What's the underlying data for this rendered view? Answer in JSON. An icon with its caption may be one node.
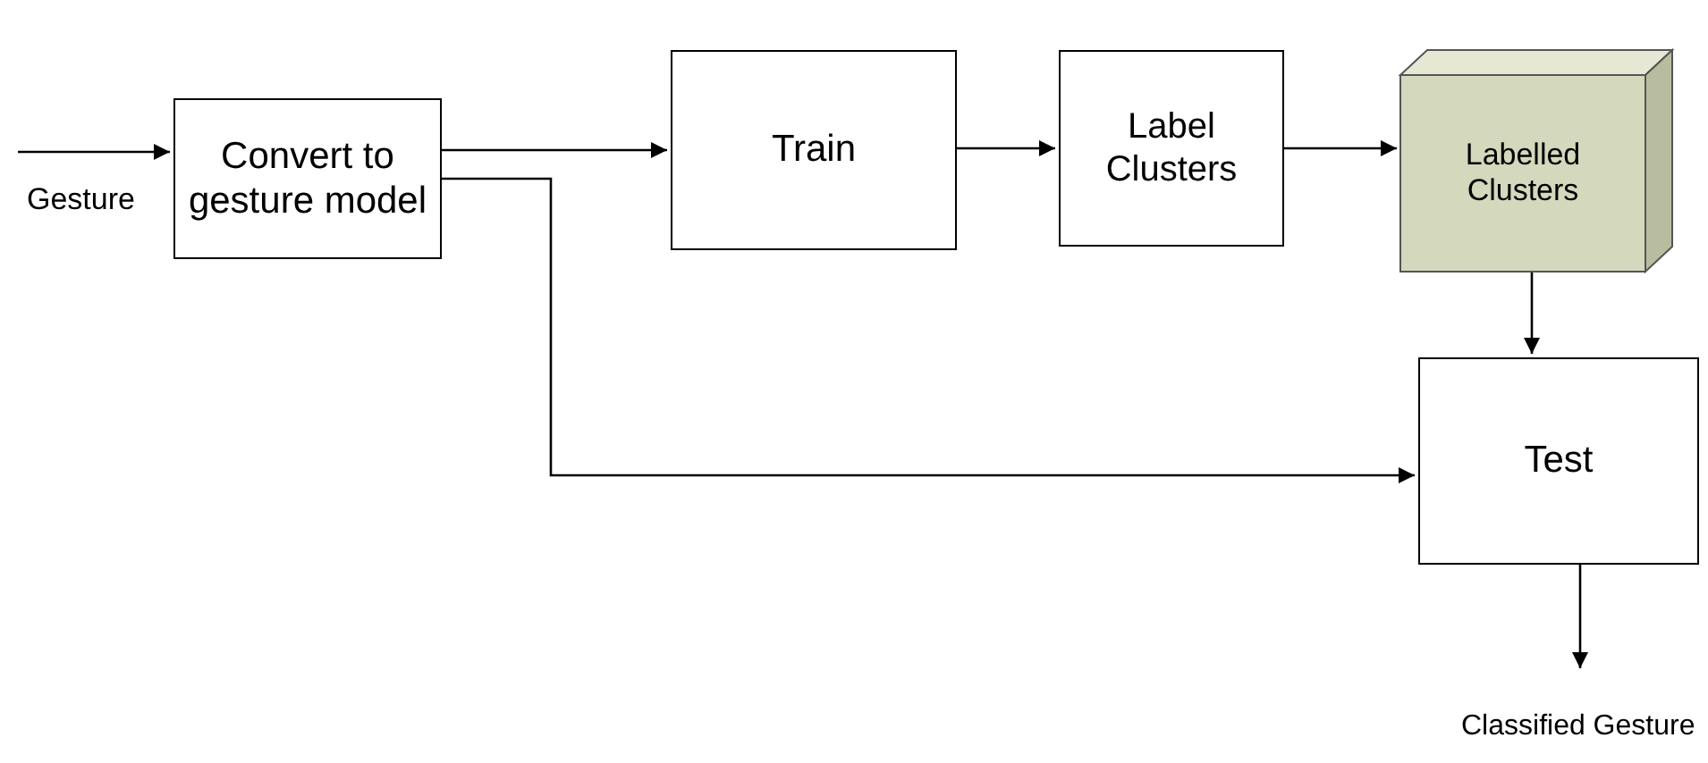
{
  "diagram": {
    "nodes": [
      {
        "text": [
          "Gesture"
        ]
      },
      {
        "text": [
          "Convert to gesture model"
        ]
      },
      {
        "text": [
          "Train"
        ]
      },
      {
        "text": [
          "Label Clusters"
        ]
      },
      {
        "text": [
          "Labelled Clusters"
        ]
      },
      {
        "text": [
          "Test"
        ]
      },
      {
        "text": [
          "Classified Gesture"
        ]
      }
    ],
    "edges": [
      {
        "from": 0,
        "to": 1,
        "arrow": "to"
      },
      {
        "from": 1,
        "to": 2,
        "arrow": "to"
      },
      {
        "from": 1,
        "to": 5,
        "arrow": "to"
      },
      {
        "from": 2,
        "to": 3,
        "arrow": "to"
      },
      {
        "from": 3,
        "to": 4,
        "arrow": "to"
      },
      {
        "from": 4,
        "to": 5,
        "arrow": "to"
      },
      {
        "from": 5,
        "to": 6,
        "arrow": "to"
      }
    ]
  }
}
